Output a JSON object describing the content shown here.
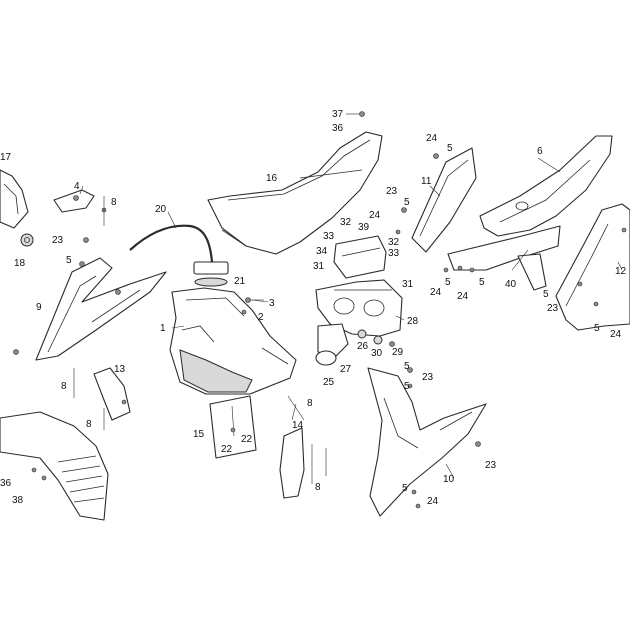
{
  "diagram": {
    "callouts": [
      "17",
      "4",
      "8",
      "18",
      "23",
      "5",
      "9",
      "20",
      "16",
      "37",
      "36",
      "24",
      "5",
      "6",
      "11",
      "23",
      "5",
      "24",
      "39",
      "32",
      "33",
      "32",
      "33",
      "34",
      "31",
      "21",
      "3",
      "2",
      "1",
      "31",
      "28",
      "26",
      "30",
      "29",
      "27",
      "25",
      "13",
      "8",
      "8",
      "15",
      "22",
      "22",
      "14",
      "8",
      "8",
      "5",
      "23",
      "5",
      "10",
      "23",
      "5",
      "24",
      "36",
      "38",
      "12",
      "40",
      "24",
      "5",
      "24",
      "5",
      "5",
      "23",
      "5",
      "24"
    ]
  }
}
